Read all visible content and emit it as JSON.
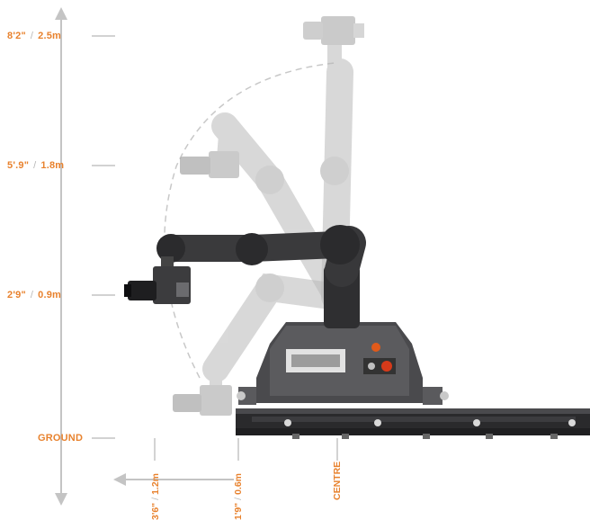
{
  "heights": [
    {
      "imperial": "8'2\"",
      "metric": "2.5m"
    },
    {
      "imperial": "5'.9\"",
      "metric": "1.8m"
    },
    {
      "imperial": "2'9\"",
      "metric": "0.9m"
    }
  ],
  "ground_label": "GROUND",
  "reach": [
    {
      "imperial": "3'6\"",
      "metric": "1.2m"
    },
    {
      "imperial": "1'9\"",
      "metric": "0.6m"
    }
  ],
  "centre_label": "CENTRE",
  "colors": {
    "accent": "#e8822e",
    "separator": "#b8b8b8",
    "axis": "#bdbdbd",
    "robot_dark": "#3a3a3c",
    "robot_ghost": "#c9c9c9",
    "track": "#2c2c2e"
  }
}
